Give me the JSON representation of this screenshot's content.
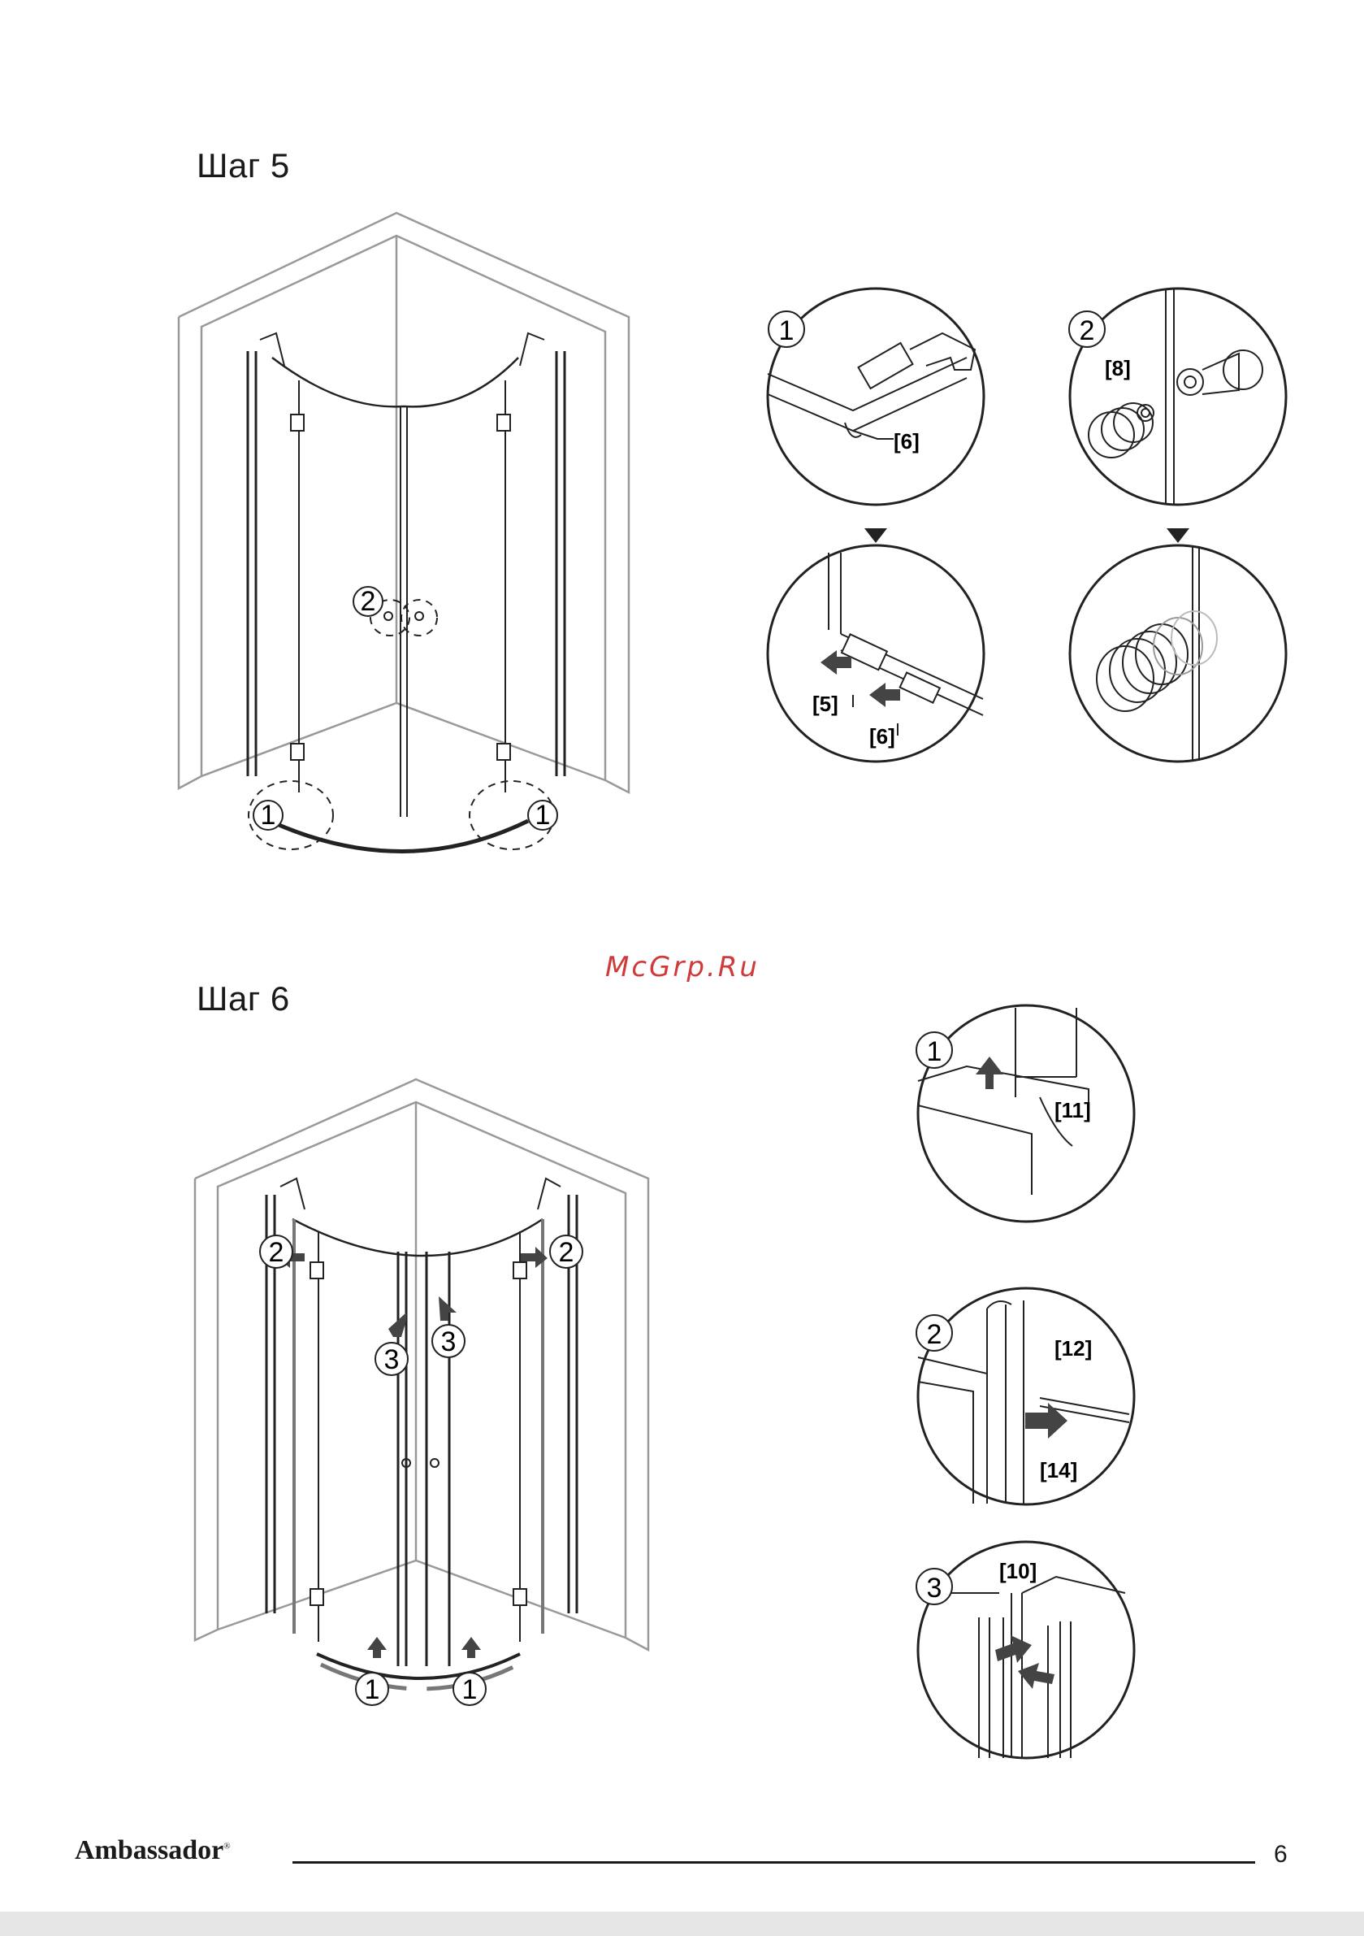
{
  "step5": {
    "title": "Шаг 5",
    "callouts": [
      "1",
      "2"
    ],
    "part_labels": [
      "[6]",
      "[5]",
      "[6]",
      "[8]"
    ]
  },
  "step6": {
    "title": "Шаг 6",
    "callouts": [
      "1",
      "2",
      "3"
    ],
    "part_labels": [
      "[11]",
      "[12]",
      "[14]",
      "[10]"
    ]
  },
  "watermark": "McGrp.Ru",
  "footer": {
    "brand": "Ambassador",
    "brand_mark": "®",
    "page_number": "6"
  }
}
